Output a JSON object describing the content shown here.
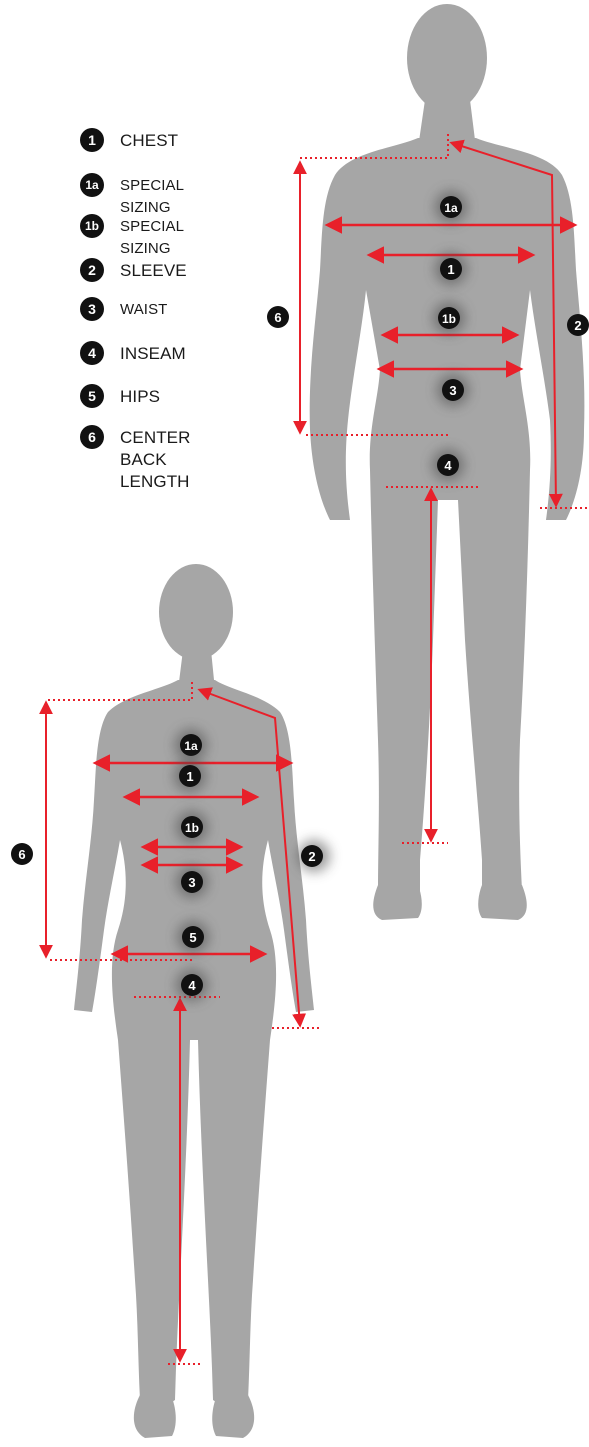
{
  "legend": [
    {
      "marker": "1",
      "label": "CHEST"
    },
    {
      "marker": "1a",
      "label": "SPECIAL SIZING"
    },
    {
      "marker": "1b",
      "label": "SPECIAL SIZING"
    },
    {
      "marker": "2",
      "label": "SLEEVE"
    },
    {
      "marker": "3",
      "label": "WAIST"
    },
    {
      "marker": "4",
      "label": "INSEAM"
    },
    {
      "marker": "5",
      "label": "HIPS"
    },
    {
      "marker": "6",
      "label": "CENTER\nBACK LENGTH"
    }
  ],
  "markers": {
    "m1": "1",
    "m1a": "1a",
    "m1b": "1b",
    "m2": "2",
    "m3": "3",
    "m4": "4",
    "m5": "5",
    "m6": "6"
  },
  "colors": {
    "silhouette": "#a6a6a6",
    "measure_line": "#e8202a",
    "badge": "#111111",
    "text": "#1a1a1a"
  },
  "figures": [
    "male-silhouette",
    "female-silhouette"
  ]
}
